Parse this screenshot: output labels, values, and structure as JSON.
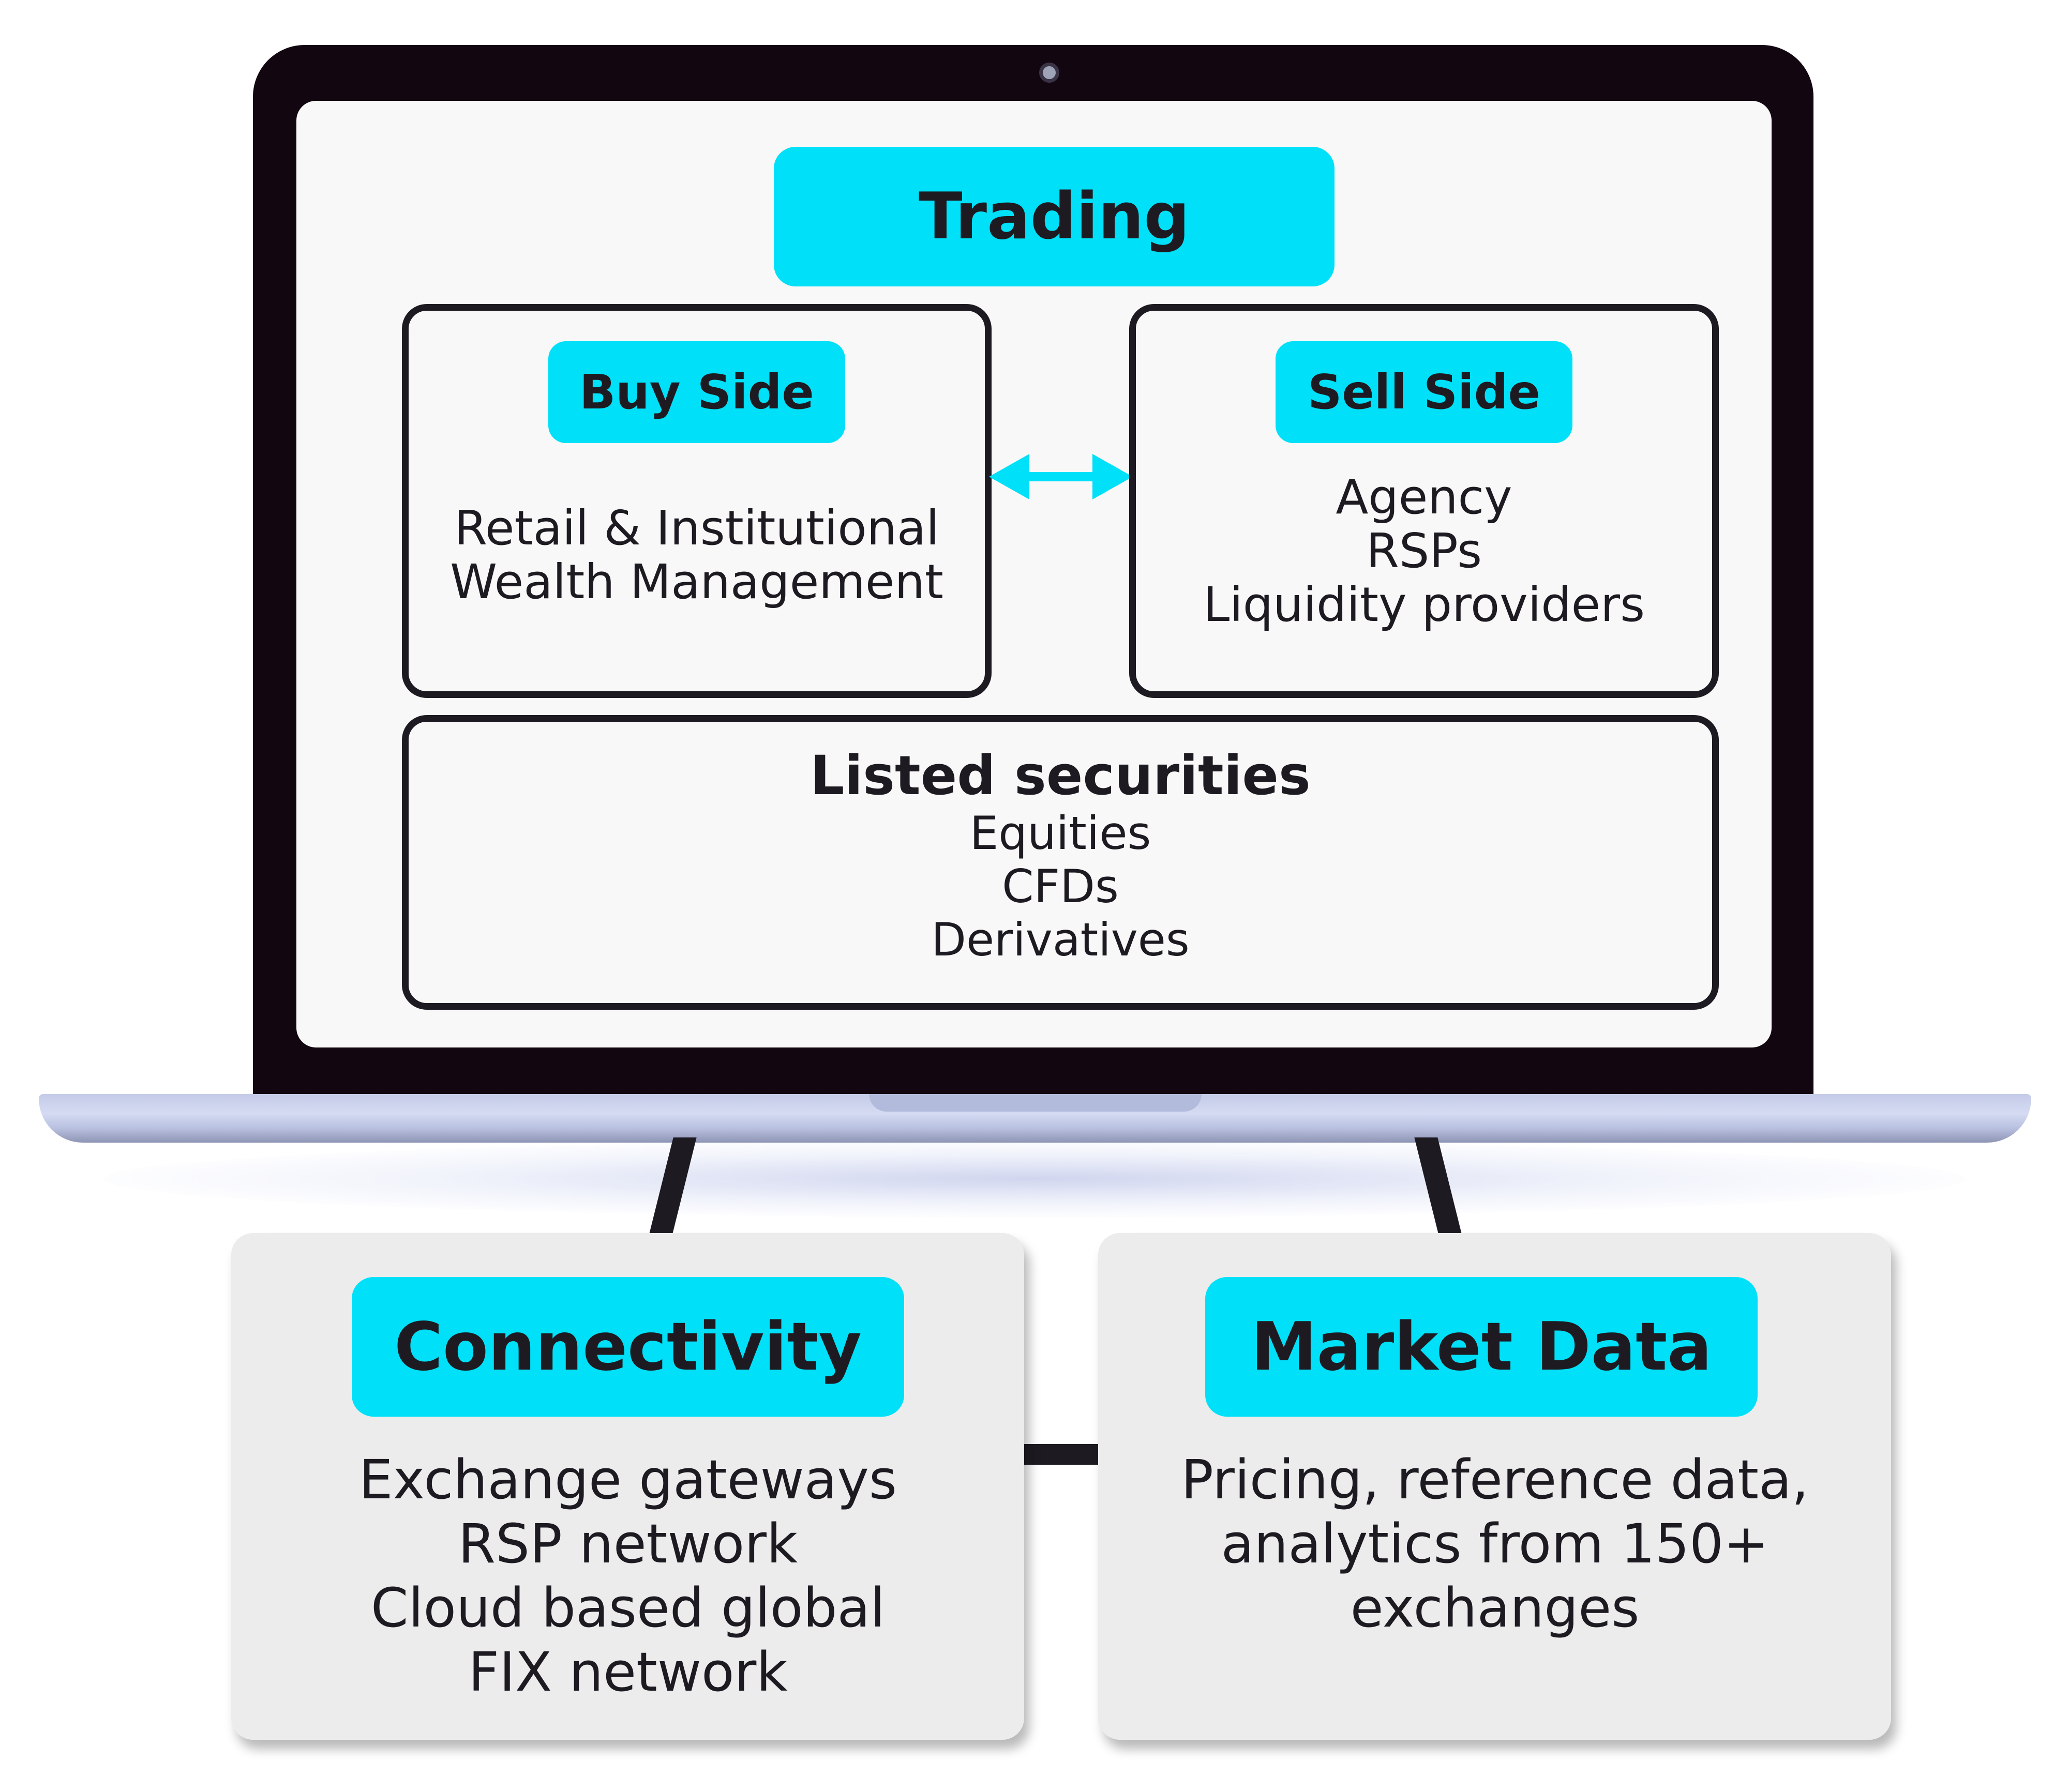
{
  "colors": {
    "accent": "#00e0f8",
    "bezel": "#120610",
    "screen": "#f8f8f8",
    "card": "#ececec",
    "text": "#1d1b21"
  },
  "trading": {
    "title": "Trading"
  },
  "buy_side": {
    "title": "Buy Side",
    "lines": [
      "Retail & Institutional",
      "Wealth Management"
    ]
  },
  "sell_side": {
    "title": "Sell Side",
    "lines": [
      "Agency",
      "RSPs",
      "Liquidity providers"
    ]
  },
  "connector_icon": "double-arrow-icon",
  "listed": {
    "title": "Listed securities",
    "lines": [
      "Equities",
      "CFDs",
      "Derivatives"
    ]
  },
  "connectivity": {
    "title": "Connectivity",
    "lines": [
      "Exchange gateways",
      "RSP network",
      "Cloud based global",
      "FIX network"
    ]
  },
  "market_data": {
    "title": "Market Data",
    "lines": [
      "Pricing, reference data,",
      "analytics from 150+",
      "exchanges"
    ]
  }
}
